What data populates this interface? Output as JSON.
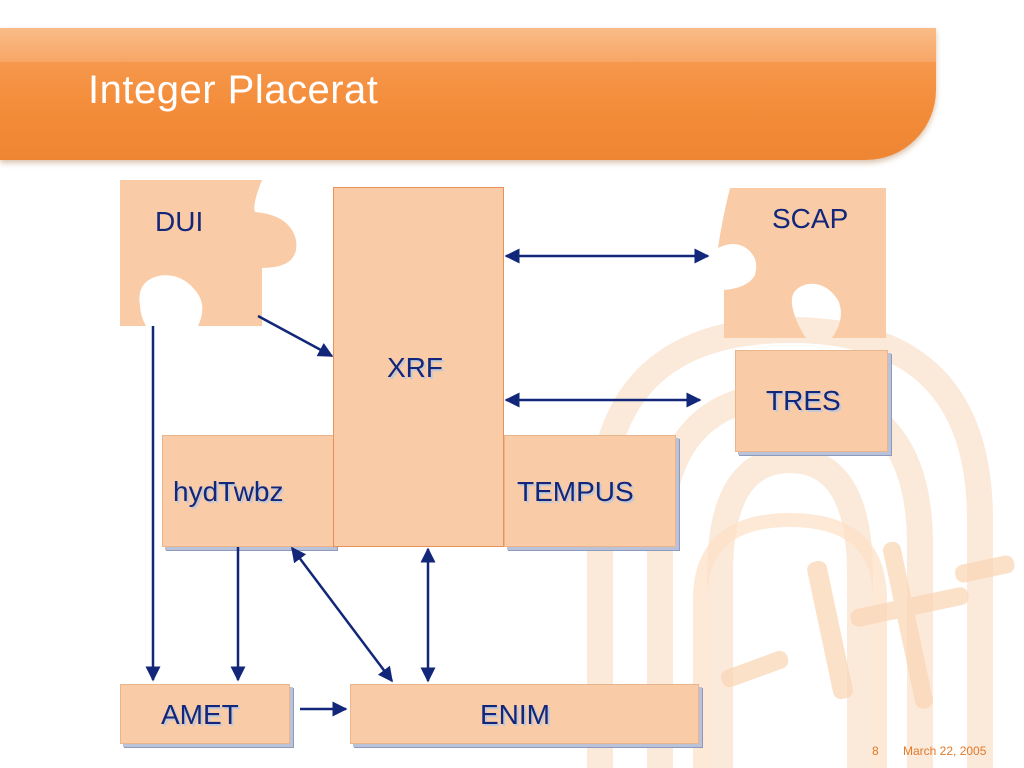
{
  "slide": {
    "title": "Integer Placerat",
    "page_number": "8",
    "date": "March 22, 2005"
  },
  "nodes": {
    "dui": "DUI",
    "xrf": "XRF",
    "scap": "SCAP",
    "tres": "TRES",
    "hydtwbz": "hydTwbz",
    "tempus": "TEMPUS",
    "amet": "AMET",
    "enim": "ENIM"
  },
  "colors": {
    "accent": "#f48e3c",
    "box_fill": "#f9cba6",
    "arrow": "#12277a",
    "label": "#12277a"
  }
}
